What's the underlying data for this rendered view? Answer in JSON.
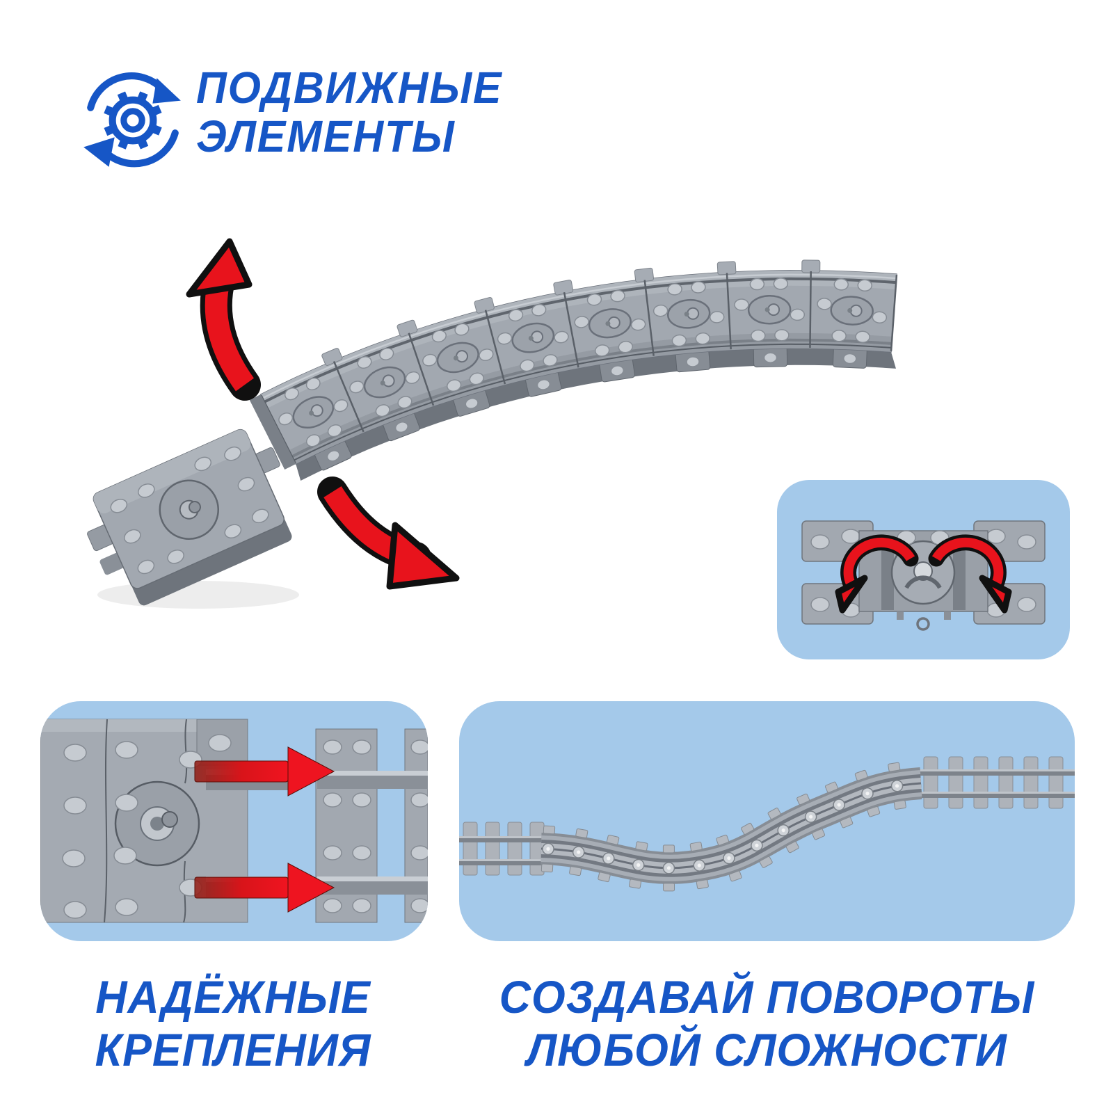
{
  "colors": {
    "accent": "#1656C6",
    "panel_blue": "#A4C9EA",
    "arrow_red": "#E8131C",
    "arrow_red_dark": "#8F1B12",
    "gray_base": "#A2A8B0",
    "gray_light": "#C6CBD1",
    "gray_mid": "#878D95",
    "gray_dark": "#6E747C",
    "background": "#FFFFFF"
  },
  "header": {
    "icon": "rotating-gear-icon",
    "title_lines": [
      "ПОДВИЖНЫЕ",
      "ЭЛЕМЕНТЫ"
    ]
  },
  "main_visual": {
    "subject": "flexible-track-with-detachable-segment",
    "arrows": [
      "up-arrow",
      "down-right-arrow"
    ]
  },
  "pivot_panel": {
    "subject": "track-segment-top-view",
    "arrows": [
      "rotate-left-arrow",
      "rotate-right-arrow"
    ]
  },
  "features": {
    "fastening": {
      "caption_lines": [
        "НАДЁЖНЫЕ",
        "КРЕПЛЕНИЯ"
      ],
      "arrows": [
        "right-arrow",
        "right-arrow"
      ]
    },
    "turns": {
      "caption_lines": [
        "СОЗДАВАЙ ПОВОРОТЫ",
        "ЛЮБОЙ СЛОЖНОСТИ"
      ]
    }
  }
}
